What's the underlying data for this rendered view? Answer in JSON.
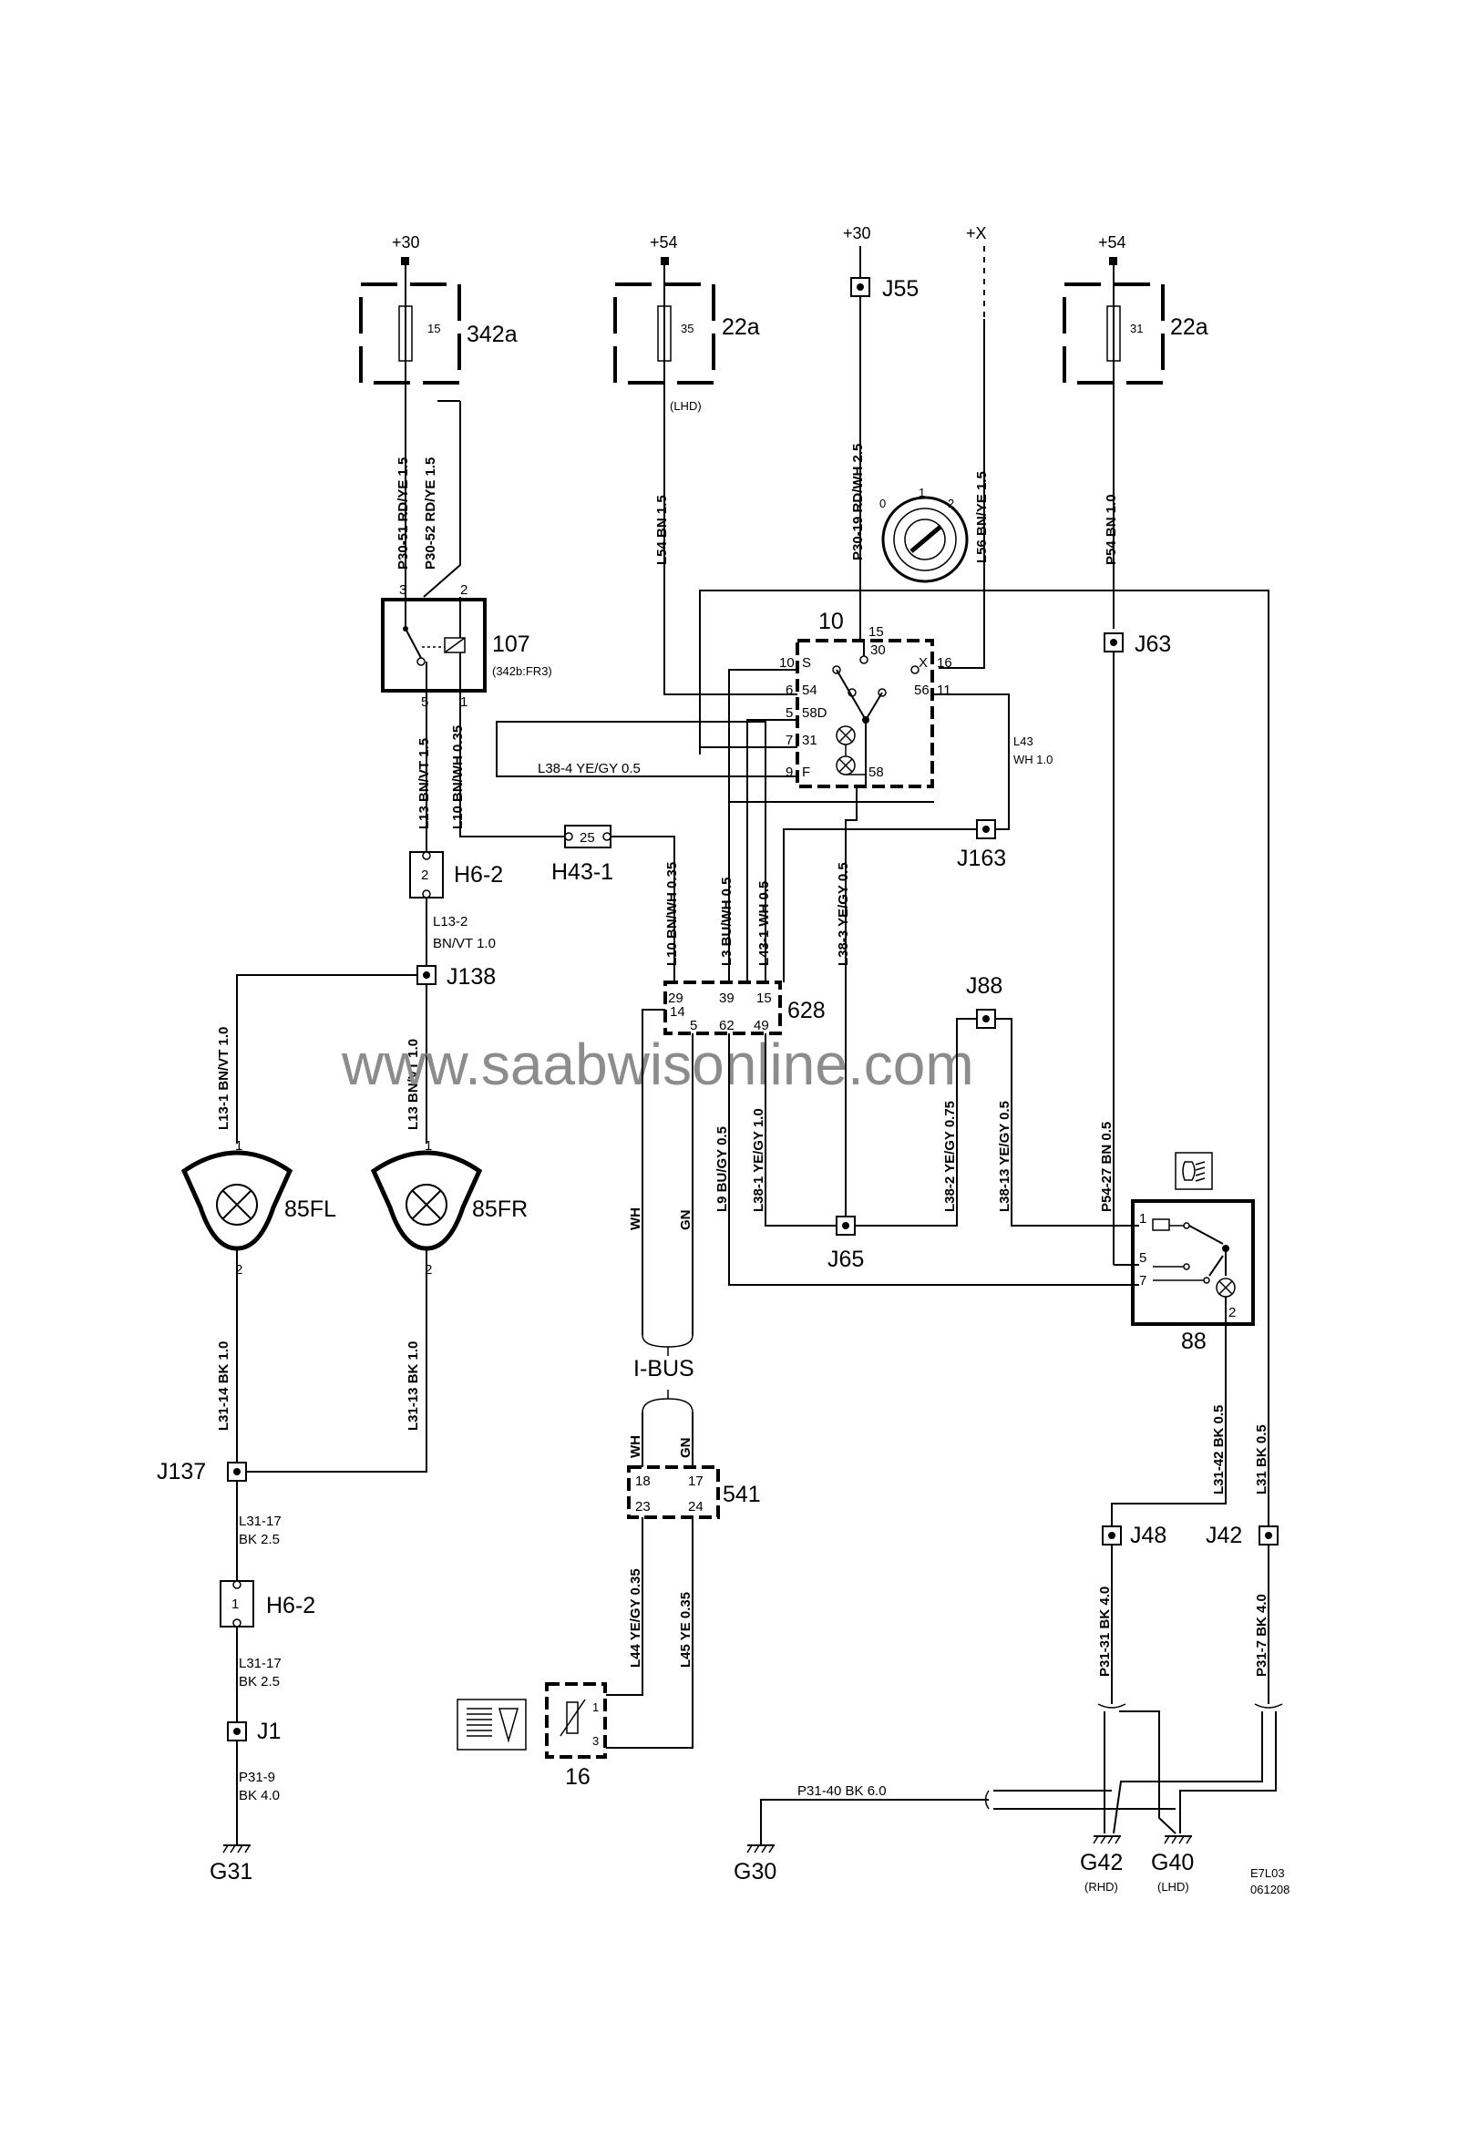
{
  "supplies": {
    "s1": "+30",
    "s2": "+54",
    "s3": "+30",
    "s4": "+X",
    "s5": "+54"
  },
  "components": {
    "fuse_342a": {
      "label": "342a",
      "pin": "15"
    },
    "fuse_22a_lhd": {
      "label": "22a",
      "pin": "35",
      "note": "(LHD)"
    },
    "fuse_22a": {
      "label": "22a",
      "pin": "31"
    },
    "relay_107": {
      "label": "107",
      "note": "(342b:FR3)",
      "pins": [
        "3",
        "2",
        "5",
        "1"
      ]
    },
    "switch_10": {
      "label": "10",
      "pins": [
        "15",
        "10",
        "S",
        "30",
        "X",
        "16",
        "6",
        "54",
        "56",
        "11",
        "5",
        "58D",
        "7",
        "31",
        "9",
        "F",
        "58"
      ]
    },
    "module_628": {
      "label": "628",
      "pins": [
        "29",
        "39",
        "15",
        "14",
        "5",
        "62",
        "49"
      ]
    },
    "module_541": {
      "label": "541",
      "pins": [
        "18",
        "17",
        "23",
        "24"
      ]
    },
    "switch_88": {
      "label": "88",
      "pins": [
        "1",
        "5",
        "7",
        "2"
      ]
    },
    "sensor_16": {
      "label": "16",
      "pins": [
        "1",
        "3"
      ]
    },
    "lamp_85fl": {
      "label": "85FL",
      "pins": [
        "1",
        "2"
      ]
    },
    "lamp_85fr": {
      "label": "85FR",
      "pins": [
        "1",
        "2"
      ]
    },
    "connector_h6_2_top": {
      "label": "H6-2",
      "pin": "2"
    },
    "connector_h6_2_bottom": {
      "label": "H6-2",
      "pin": "1"
    },
    "connector_h43_1": {
      "label": "H43-1",
      "pin": "25"
    },
    "ignition_positions": [
      "0",
      "1",
      "2"
    ]
  },
  "junctions": {
    "j55": "J55",
    "j63": "J63",
    "j163": "J163",
    "j138": "J138",
    "j88": "J88",
    "j65": "J65",
    "j137": "J137",
    "j48": "J48",
    "j42": "J42",
    "j1": "J1"
  },
  "grounds": {
    "g31": "G31",
    "g30": "G30",
    "g42": "G42",
    "g42_note": "(RHD)",
    "g40": "G40",
    "g40_note": "(LHD)"
  },
  "bus": {
    "label": "I-BUS",
    "wh_top": "WH",
    "gn_top": "GN",
    "wh_bot": "WH",
    "gn_bot": "GN"
  },
  "wires": {
    "p30_51": "P30-51  RD/YE  1.5",
    "p30_52": "P30-52  RD/YE  1.5",
    "l54": "L54  BN  1.5",
    "p30_19": "P30-19  RD/WH  2.5",
    "l56": "L56  BN/YE  1.5",
    "p54": "P54  BN  1.0",
    "l13": "L13  BN/VT  1.5",
    "l10": "L10  BN/WH  0.35",
    "l38_4": "L38-4    YE/GY   0.5",
    "l43_a": "L43",
    "l43_b": "WH 1.0",
    "l10_b": "L10  BN/WH  0.35",
    "l3": "L3  BU/WH  0.5",
    "l43_1": "L43-1  WH  0.5",
    "l38_3": "L38-3   YE/GY  0.5",
    "l13_2_a": "L13-2",
    "l13_2_b": "BN/VT      1.0",
    "l13_1": "L13-1    BN/VT   1.0",
    "l13_3": "L13    BN/VT   1.0",
    "l9": "L9  BU/GY   0.5",
    "l38_1": "L38-1   YE/GY   1.0",
    "l38_2": "L38-2   YE/GY   0.75",
    "l38_13": "L38-13   YE/GY   0.5",
    "p54_27": "P54-27   BN   0.5",
    "l31_14": "L31-14   BK   1.0",
    "l31_13": "L31-13   BK   1.0",
    "l31_17_a1": "L31-17",
    "l31_17_b1": "BK   2.5",
    "l31_17_a2": "L31-17",
    "l31_17_b2": "BK   2.5",
    "p31_9_a": "P31-9",
    "p31_9_b": "BK  4.0",
    "l44": "L44   YE/GY  0.35",
    "l45": "L45   YE   0.35",
    "l31_42": "L31-42  BK   0.5",
    "l31": "L31   BK   0.5",
    "p31_31": "P31-31  BK   4.0",
    "p31_7": "P31-7   BK   4.0",
    "p31_40": "P31-40    BK    6.0"
  },
  "watermark": "www.saabwisonline.com",
  "code_a": "E7L03",
  "code_b": "061208"
}
